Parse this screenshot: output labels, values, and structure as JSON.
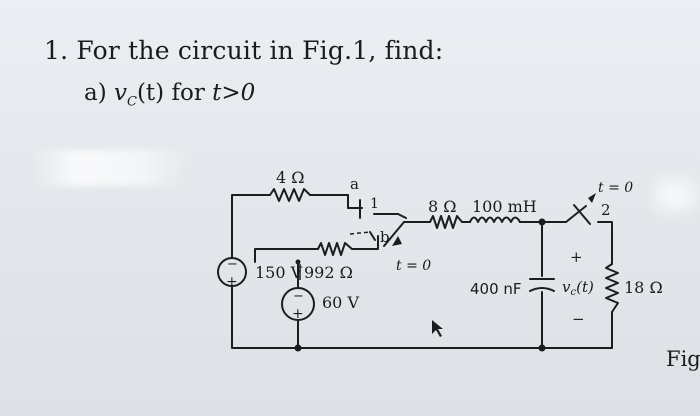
{
  "problem": {
    "number": "1.",
    "statement": "For the circuit in Fig.1, find:"
  },
  "part_a": {
    "label": "a)",
    "expression_v": "v",
    "expression_sub": "C",
    "expression_rest": "(t) for",
    "condition": "t>0"
  },
  "circuit": {
    "r_top": "4 Ω",
    "node_a": "a",
    "switch_pos_1": "1",
    "node_b": "b",
    "switch1_time": "t = 0",
    "r_series": "8 Ω",
    "inductor": "100 mH",
    "switch2_time": "t = 0",
    "switch_pos_2": "2",
    "source_voltage": "150 V",
    "r_mid": "992 Ω",
    "dc_source": "60 V",
    "capacitor": "400 nF",
    "cap_plus": "+",
    "cap_minus": "−",
    "vc_label": "v",
    "vc_sub": "c",
    "vc_arg": "(t)",
    "r_load": "18 Ω",
    "src_minus": "−",
    "src_plus": "+"
  },
  "figure_caption": "Fig"
}
